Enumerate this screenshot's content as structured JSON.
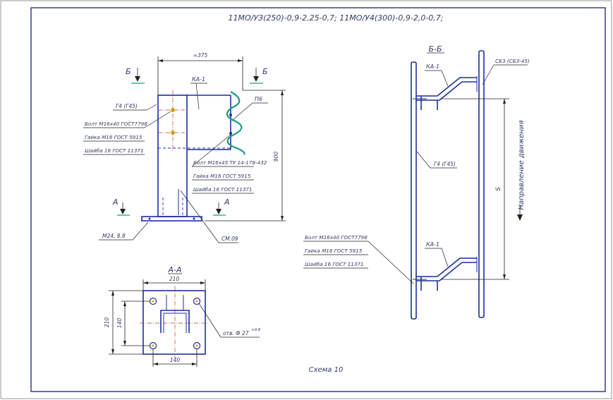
{
  "title": "11МО/УЗ(250)-0,9-2,25-0,7; 11МО/У4(300)-0,9-2,0-0,7;",
  "scheme": "Схема 10",
  "front_view": {
    "section_b_mark": "Б",
    "section_a_mark": "А",
    "dim_width": "≈375",
    "dim_height": "900",
    "part_ka1": "КА-1",
    "part_p6": "П6",
    "part_g4": "Г4 (Г45)",
    "part_sm09": "СМ.09",
    "anchor": "М24, 8.8",
    "left_fasteners": [
      "Болт М16х40 ГОСТ7798",
      "Гайка М16 ГОСТ 5915",
      "Шайба 16 ГОСТ 11371"
    ],
    "right_fasteners": [
      "Болт М16х45 ТУ 14-178-432",
      "Гайка М16 ГОСТ 5915",
      "Шайба 16 ГОСТ 11371"
    ]
  },
  "section_aa": {
    "label": "А-А",
    "dim_top": "210",
    "dim_bottom": "140",
    "dim_left_outer": "210",
    "dim_left_inner": "140",
    "hole_note": "отв. Ф 27",
    "hole_tol": "+0.6"
  },
  "section_bb": {
    "label": "Б-Б",
    "part_sb3": "СБЗ (СБЗ-45)",
    "part_ka1_top": "КА-1",
    "part_ka1_bottom": "КА-1",
    "part_g4": "Г4 (Г45)",
    "dim_s": "S",
    "direction": "Направление движения",
    "fasteners": [
      "Болт М16х40 ГОСТ7798",
      "Гайка М16 ГОСТ 5915",
      "Шайба 16 ГОСТ 11371"
    ]
  },
  "colors": {
    "frame": "#2b2f8f",
    "part": "#1c2f9c",
    "wave": "#1a9a86",
    "centerline": "#c0392b",
    "hole": "#d4a017"
  }
}
